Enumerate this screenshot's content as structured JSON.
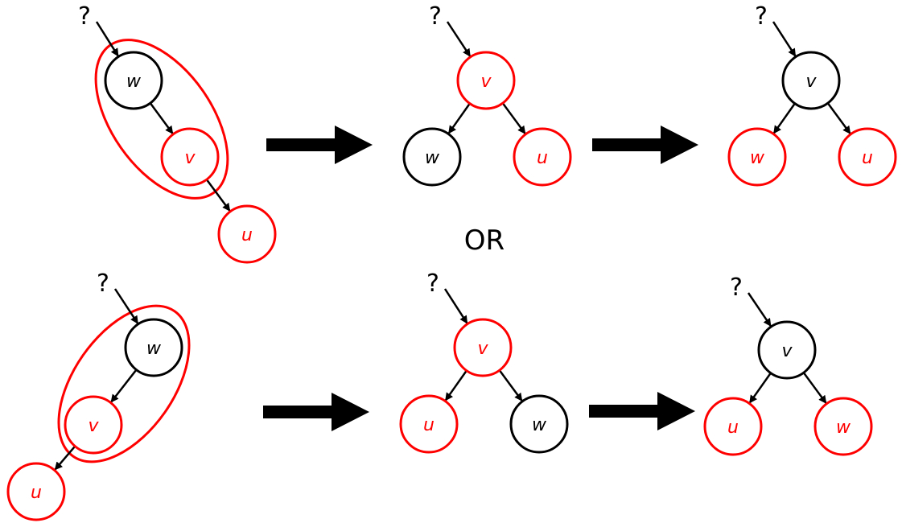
{
  "colors": {
    "red": "#ff0000",
    "black": "#000000",
    "background": "#ffffff"
  },
  "separator_label": "OR",
  "parent_placeholder": "?",
  "rows": [
    {
      "name": "top",
      "stages": [
        {
          "name": "before",
          "nodes": [
            {
              "id": "w",
              "label": "w",
              "color": "black"
            },
            {
              "id": "v",
              "label": "v",
              "color": "red"
            },
            {
              "id": "u",
              "label": "u",
              "color": "red"
            }
          ],
          "edges": [
            [
              "?",
              "w"
            ],
            [
              "w",
              "v"
            ],
            [
              "v",
              "u"
            ]
          ],
          "highlight": [
            "w",
            "v"
          ]
        },
        {
          "name": "after-rotation",
          "nodes": [
            {
              "id": "v",
              "label": "v",
              "color": "red"
            },
            {
              "id": "w",
              "label": "w",
              "color": "black"
            },
            {
              "id": "u",
              "label": "u",
              "color": "red"
            }
          ],
          "edges": [
            [
              "?",
              "v"
            ],
            [
              "v",
              "w"
            ],
            [
              "v",
              "u"
            ]
          ]
        },
        {
          "name": "after-recolor",
          "nodes": [
            {
              "id": "v",
              "label": "v",
              "color": "black"
            },
            {
              "id": "w",
              "label": "w",
              "color": "red"
            },
            {
              "id": "u",
              "label": "u",
              "color": "red"
            }
          ],
          "edges": [
            [
              "?",
              "v"
            ],
            [
              "v",
              "w"
            ],
            [
              "v",
              "u"
            ]
          ]
        }
      ]
    },
    {
      "name": "bottom",
      "stages": [
        {
          "name": "before",
          "nodes": [
            {
              "id": "w",
              "label": "w",
              "color": "black"
            },
            {
              "id": "v",
              "label": "v",
              "color": "red"
            },
            {
              "id": "u",
              "label": "u",
              "color": "red"
            }
          ],
          "edges": [
            [
              "?",
              "w"
            ],
            [
              "w",
              "v"
            ],
            [
              "v",
              "u"
            ]
          ],
          "highlight": [
            "w",
            "v"
          ]
        },
        {
          "name": "after-rotation",
          "nodes": [
            {
              "id": "v",
              "label": "v",
              "color": "red"
            },
            {
              "id": "u",
              "label": "u",
              "color": "red"
            },
            {
              "id": "w",
              "label": "w",
              "color": "black"
            }
          ],
          "edges": [
            [
              "?",
              "v"
            ],
            [
              "v",
              "u"
            ],
            [
              "v",
              "w"
            ]
          ]
        },
        {
          "name": "after-recolor",
          "nodes": [
            {
              "id": "v",
              "label": "v",
              "color": "black"
            },
            {
              "id": "u",
              "label": "u",
              "color": "red"
            },
            {
              "id": "w",
              "label": "w",
              "color": "red"
            }
          ],
          "edges": [
            [
              "?",
              "v"
            ],
            [
              "v",
              "u"
            ],
            [
              "v",
              "w"
            ]
          ]
        }
      ]
    }
  ]
}
